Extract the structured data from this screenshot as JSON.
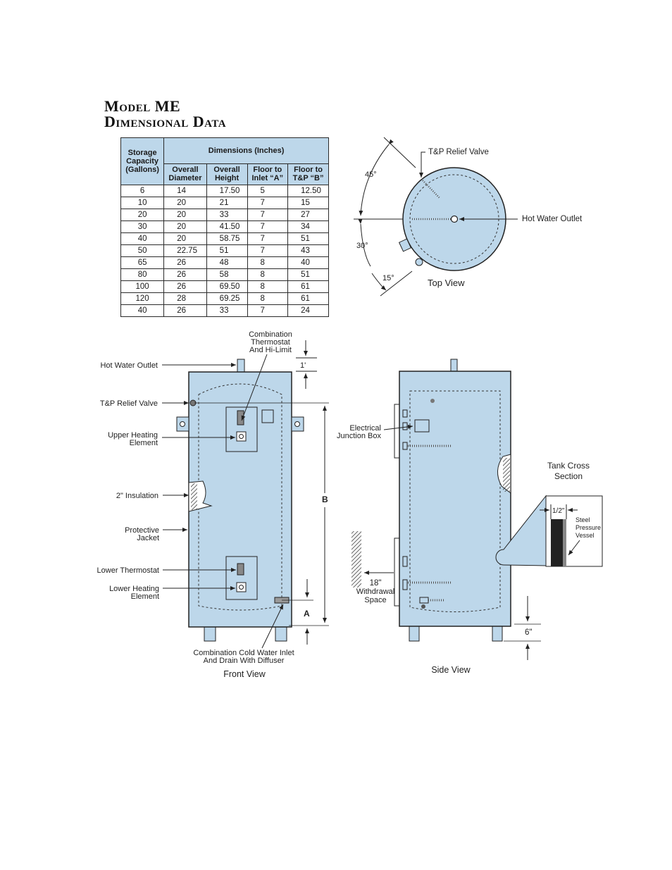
{
  "title": {
    "line1": "Model ME",
    "line2": "Dimensional Data"
  },
  "table": {
    "head_storage": [
      "Storage",
      "Capacity",
      "(Gallons)"
    ],
    "head_dimensions": "Dimensions (Inches)",
    "col_diameter": [
      "Overall",
      "Diameter"
    ],
    "col_height": [
      "Overall",
      "Height"
    ],
    "col_inlet": [
      "Floor to",
      "Inlet “A”"
    ],
    "col_tp": [
      "Floor to",
      "T&P “B”"
    ],
    "rows": [
      [
        "6",
        "14",
        "17.50",
        "5",
        "12.50"
      ],
      [
        "10",
        "20",
        "21",
        "7",
        "15"
      ],
      [
        "20",
        "20",
        "33",
        "7",
        "27"
      ],
      [
        "30",
        "20",
        "41.50",
        "7",
        "34"
      ],
      [
        "40",
        "20",
        "58.75",
        "7",
        "51"
      ],
      [
        "50",
        "22.75",
        "51",
        "7",
        "43"
      ],
      [
        "65",
        "26",
        "48",
        "8",
        "40"
      ],
      [
        "80",
        "26",
        "58",
        "8",
        "51"
      ],
      [
        "100",
        "26",
        "69.50",
        "8",
        "61"
      ],
      [
        "120",
        "28",
        "69.25",
        "8",
        "61"
      ],
      [
        "40",
        "26",
        "33",
        "7",
        "24"
      ]
    ]
  },
  "top_view": {
    "tp_relief": "T&P Relief Valve",
    "hot_outlet": "Hot Water Outlet",
    "angle_45": "45°",
    "angle_30": "30°",
    "angle_15": "15°",
    "caption": "Top View"
  },
  "front_view": {
    "combo_thermostat": [
      "Combination",
      "Thermostat",
      "And Hi-Limit"
    ],
    "dim_1": "1'",
    "hot_outlet": "Hot Water Outlet",
    "tp_relief": "T&P Relief Valve",
    "upper_element": [
      "Upper Heating",
      "Element"
    ],
    "insulation": "2\" Insulation",
    "jacket": [
      "Protective",
      "Jacket"
    ],
    "lower_thermostat": "Lower Thermostat",
    "lower_element": [
      "Lower Heating",
      "Element"
    ],
    "dim_b": "B",
    "dim_a": "A",
    "cold_inlet": [
      "Combination Cold Water Inlet",
      "And Drain With Diffuser"
    ],
    "caption": "Front View"
  },
  "side_view": {
    "junction_box": [
      "Electrical",
      "Junction Box"
    ],
    "withdrawal": [
      "18\"",
      "Withdrawal",
      "Space"
    ],
    "cross_section": [
      "Tank Cross",
      "Section"
    ],
    "half_inch": "1/2\"",
    "steel_vessel": [
      "Steel",
      "Pressure",
      "Vessel"
    ],
    "dim_6": "6\"",
    "caption": "Side View"
  },
  "colors": {
    "tank_fill": "#bdd7ea",
    "header_fill": "#bdd7ea",
    "line": "#222222"
  }
}
